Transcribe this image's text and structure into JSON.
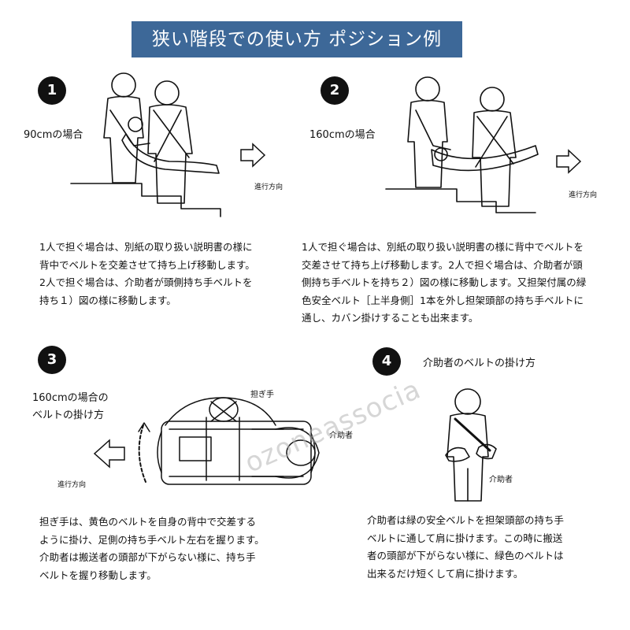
{
  "title": "狭い階段での使い方 ポジション例",
  "panel1": {
    "number": "1",
    "case_label": "90cmの場合",
    "direction_label": "進行方向",
    "description": [
      "1人で担ぐ場合は、別紙の取り扱い説明書の様に",
      "背中でベルトを交差させて持ち上げ移動します。",
      "2人で担ぐ場合は、介助者が頭側持ち手ベルトを",
      "持ち１）図の様に移動します。"
    ]
  },
  "panel2": {
    "number": "2",
    "case_label": "160cmの場合",
    "direction_label": "進行方向",
    "description": [
      "1人で担ぐ場合は、別紙の取り扱い説明書の様に背中でベルトを",
      "交差させて持ち上げ移動します。2人で担ぐ場合は、介助者が頭",
      "側持ち手ベルトを持ち２）図の様に移動します。又担架付属の緑",
      "色安全ベルト［上半身側］1本を外し担架頭部の持ち手ベルトに",
      "通し、カバン掛けすることも出来ます。"
    ]
  },
  "panel3": {
    "number": "3",
    "heading": [
      "160cmの場合の",
      "ベルトの掛け方"
    ],
    "carrier_label": "担ぎ手",
    "helper_label": "介助者",
    "direction_label": "進行方向",
    "description": [
      "担ぎ手は、黄色のベルトを自身の背中で交差する",
      "ように掛け、足側の持ち手ベルト左右を握ります。",
      "介助者は搬送者の頭部が下がらない様に、持ち手",
      "ベルトを握り移動します。"
    ]
  },
  "panel4": {
    "number": "4",
    "heading": "介助者のベルトの掛け方",
    "helper_label": "介助者",
    "description": [
      "介助者は緑の安全ベルトを担架頭部の持ち手",
      "ベルトに通して肩に掛けます。この時に搬送",
      "者の頭部が下がらない様に、緑色のベルトは",
      "出来るだけ短くして肩に掛けます。"
    ]
  },
  "watermark": "ozoneassocia",
  "colors": {
    "title_bg": "#3d6898",
    "title_text": "#ffffff",
    "ink": "#111111"
  }
}
